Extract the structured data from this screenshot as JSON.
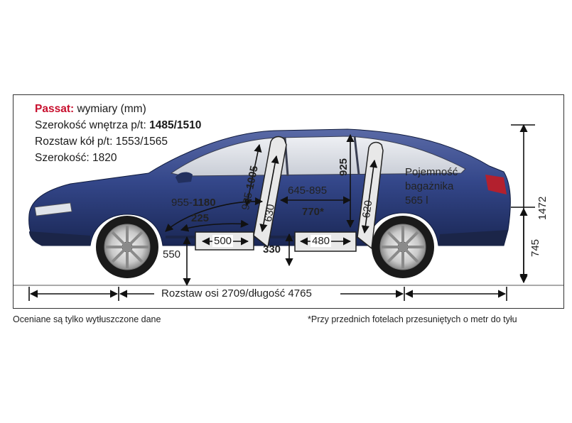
{
  "header": {
    "brand": "Passat:",
    "subtitle": "wymiary (mm)",
    "interior_width_label": "Szerokość wnętrza p/t:",
    "interior_width_value": "1485/1510",
    "track_label": "Rozstaw kół p/t: 1553/1565",
    "width_label": "Szerokość: 1820"
  },
  "dimensions": {
    "front_headroom_plain": "955-",
    "front_headroom_bold": "1180",
    "front_legroom": "225",
    "front_cushion": "500",
    "front_seatback": "630",
    "front_height_plain": "935-",
    "front_height_bold": "1005",
    "rear_legroom": "645-895",
    "rear_knee": "770*",
    "rear_cushion": "480",
    "rear_seatback": "620",
    "rear_height": "925",
    "floor_tunnel": "330",
    "ground_clearance": "550",
    "boot_label_line1": "Pojemność",
    "boot_label_line2": "bagażnika",
    "boot_value": "565 l",
    "height_total": "1472",
    "height_lower": "745",
    "wheelbase_length": "Rozstaw osi 2709/długość 4765"
  },
  "footer": {
    "left_note": "Oceniane są tylko wytłuszczone dane",
    "right_note": "*Przy przednich fotelach przesuniętych o metr do tyłu"
  },
  "colors": {
    "brand": "#c8102e",
    "car_body": "#2d3e78",
    "car_dark": "#162452",
    "seat_fill": "#e8e8e8",
    "arrow": "#111111"
  }
}
